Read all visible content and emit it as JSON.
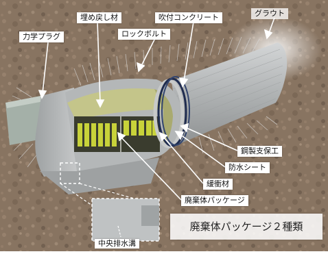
{
  "labels": {
    "backfill": "埋め戻し材",
    "shotcrete": "吹付コンクリート",
    "grout": "グラウト",
    "mechanical_plug": "力学プラグ",
    "rock_bolt": "ロックボルト",
    "steel_support": "鋼製支保工",
    "waterproof_sheet": "防水シート",
    "buffer": "緩衝材",
    "waste_package": "廃棄体パッケージ",
    "central_drain": "中央排水溝"
  },
  "caption": "廃棄体パッケージ２種類",
  "colors": {
    "rock_base": "#8a7664",
    "rock_light": "#a8927d",
    "concrete": "#b9bcbd",
    "backfill": "#b9bb7d",
    "waste_yellow": "#c8d23a",
    "waste_dark": "#3c3e2e",
    "ring": "#2b3a5e"
  }
}
